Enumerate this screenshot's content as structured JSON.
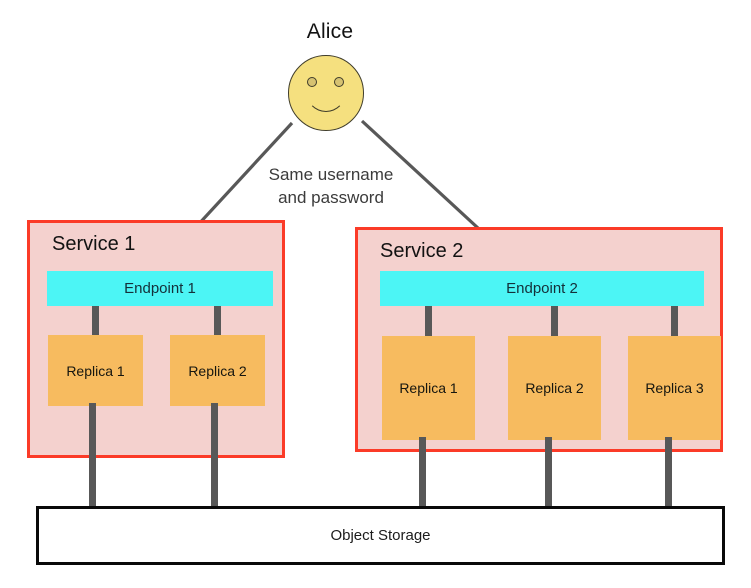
{
  "diagram": {
    "actor": {
      "name": "Alice",
      "icon": "smiley-face-icon"
    },
    "caption": {
      "line1": "Same username",
      "line2": "and password"
    },
    "services": [
      {
        "title": "Service 1",
        "endpoint": "Endpoint 1",
        "replicas": [
          "Replica 1",
          "Replica 2"
        ]
      },
      {
        "title": "Service 2",
        "endpoint": "Endpoint 2",
        "replicas": [
          "Replica 1",
          "Replica 2",
          "Replica 3"
        ]
      }
    ],
    "storage": {
      "label": "Object Storage"
    },
    "colors": {
      "service_border": "#fb3b28",
      "service_fill": "#f4d1ce",
      "endpoint_fill": "#4cf5f5",
      "replica_fill": "#f7bb5f",
      "connector": "#585858",
      "face_fill": "#f5e07f",
      "storage_border": "#090909",
      "arrow": "#585858"
    }
  }
}
